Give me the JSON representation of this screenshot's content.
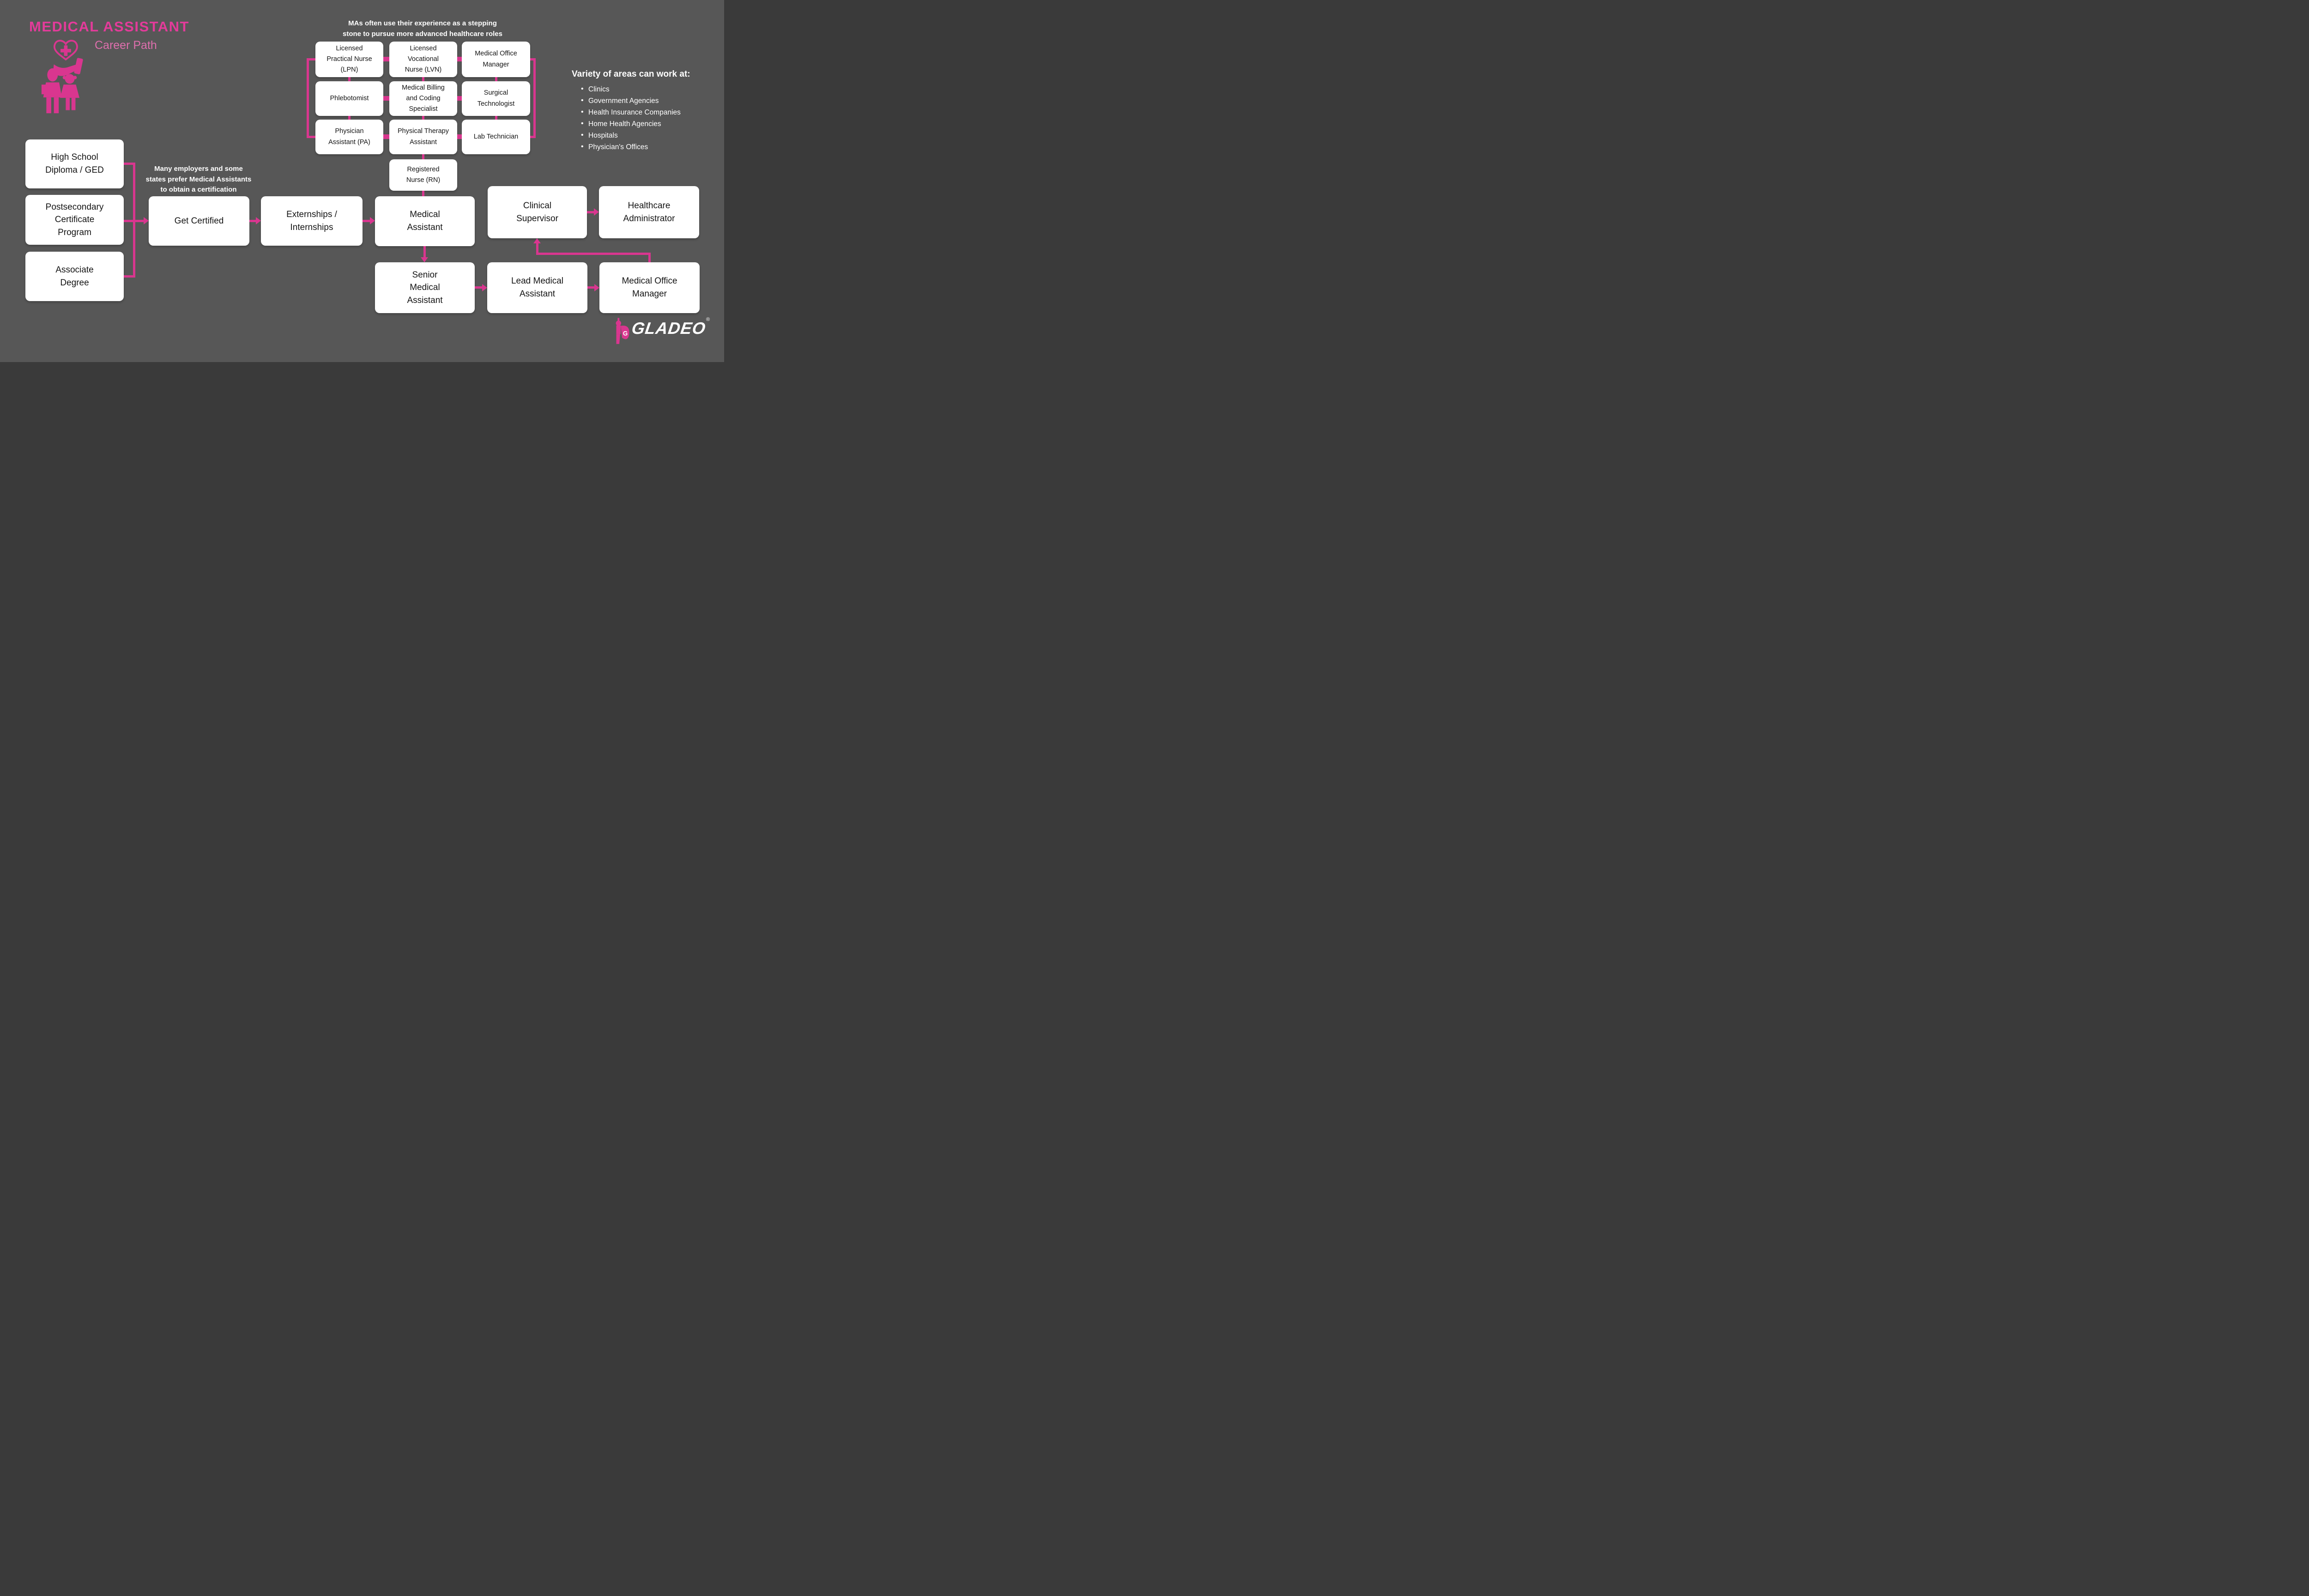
{
  "colors": {
    "background": "#575757",
    "accent_pink": "#D9368F",
    "title_pink": "#E33B9A",
    "subtitle_pink": "#DE6FAD",
    "box_background": "#FFFFFF",
    "box_text": "#141414",
    "annotation_text": "#FFFFFF"
  },
  "header": {
    "title": "MEDICAL ASSISTANT",
    "subtitle": "Career Path"
  },
  "annotations": {
    "stepping_stone": "MAs often use their experience as a stepping\nstone to pursue more advanced healthcare roles",
    "certification": "Many employers and some\nstates prefer Medical Assistants\nto obtain a certification"
  },
  "work_areas": {
    "heading": "Variety of areas can work at:",
    "items": [
      "Clinics",
      "Government Agencies",
      "Health Insurance Companies",
      "Home Health Agencies",
      "Hospitals",
      "Physician's Offices"
    ]
  },
  "boxes": {
    "high_school": "High School\nDiploma / GED",
    "postsecondary": "Postsecondary\nCertificate\nProgram",
    "associate": "Associate\nDegree",
    "get_certified": "Get Certified",
    "externships": "Externships /\nInternships",
    "medical_assistant": "Medical\nAssistant",
    "senior_ma": "Senior\nMedical\nAssistant",
    "lead_ma": "Lead Medical\nAssistant",
    "medical_office_manager_path": "Medical Office\nManager",
    "clinical_supervisor": "Clinical\nSupervisor",
    "healthcare_admin": "Healthcare\nAdministrator",
    "lpn": "Licensed\nPractical Nurse\n(LPN)",
    "lvn": "Licensed\nVocational\nNurse (LVN)",
    "medical_office_manager_grid": "Medical Office\nManager",
    "phlebotomist": "Phlebotomist",
    "billing_coding": "Medical Billing\nand Coding\nSpecialist",
    "surgical_tech": "Surgical\nTechnologist",
    "physician_assistant": "Physician\nAssistant (PA)",
    "pta": "Physical Therapy\nAssistant",
    "lab_technician": "Lab Technician",
    "registered_nurse": "Registered\nNurse (RN)"
  },
  "logo": {
    "text": "GLADEO",
    "reg": "®"
  }
}
